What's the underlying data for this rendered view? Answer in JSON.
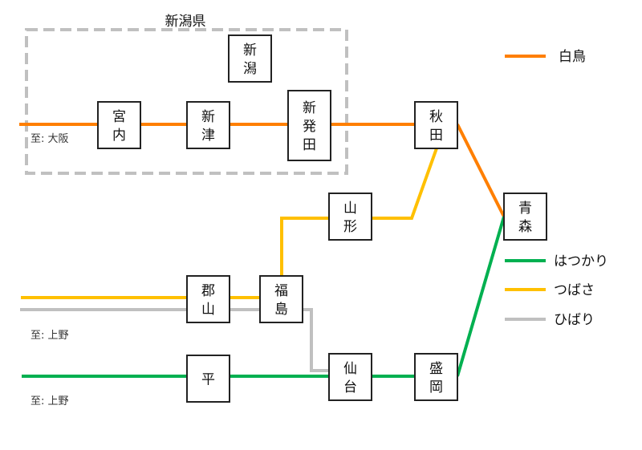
{
  "region": {
    "label": "新潟県"
  },
  "lines": {
    "hakucho": {
      "name": "白鳥",
      "color": "#ff7f00"
    },
    "hatsukari": {
      "name": "はつかり",
      "color": "#00b050"
    },
    "tsubasa": {
      "name": "つばさ",
      "color": "#ffc000"
    },
    "hibari": {
      "name": "ひばり",
      "color": "#c0c0c0"
    }
  },
  "legend": [
    {
      "line": "hakucho",
      "label": "白鳥"
    },
    {
      "line": "hatsukari",
      "label": "はつかり"
    },
    {
      "line": "tsubasa",
      "label": "つばさ"
    },
    {
      "line": "hibari",
      "label": "ひばり"
    }
  ],
  "stations": {
    "niigata": [
      "新",
      "潟"
    ],
    "miyauchi": [
      "宮",
      "内"
    ],
    "niitsu": [
      "新",
      "津"
    ],
    "shibata": [
      "新",
      "発",
      "田"
    ],
    "akita": [
      "秋",
      "田"
    ],
    "aomori": [
      "青",
      "森"
    ],
    "yamagata": [
      "山",
      "形"
    ],
    "koriyama": [
      "郡",
      "山"
    ],
    "fukushima": [
      "福",
      "島"
    ],
    "taira": [
      "平"
    ],
    "sendai": [
      "仙",
      "台"
    ],
    "morioka": [
      "盛",
      "岡"
    ]
  },
  "notes": {
    "to_osaka": "至: 大阪",
    "to_ueno_1": "至: 上野",
    "to_ueno_2": "至: 上野"
  }
}
